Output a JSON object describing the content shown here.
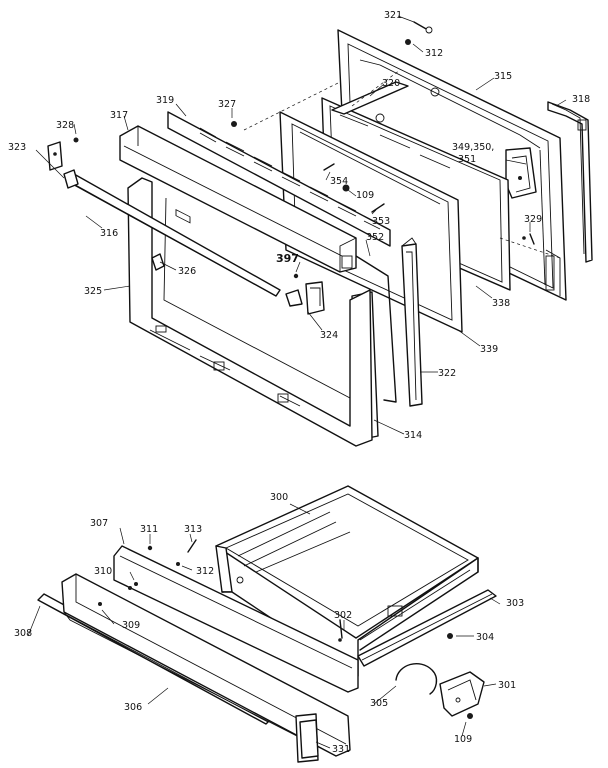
{
  "callouts": {
    "c321": "321",
    "c312a": "312",
    "c315": "315",
    "c320": "320",
    "c318": "318",
    "c327": "327",
    "c319": "319",
    "c317": "317",
    "c328": "328",
    "c323": "323",
    "c349": "349,350,",
    "c351": "351",
    "c354": "354",
    "c109a": "109",
    "c353": "353",
    "c329": "329",
    "c316": "316",
    "c326": "326",
    "c397": "397",
    "c352": "352",
    "c325": "325",
    "c324": "324",
    "c338": "338",
    "c339": "339",
    "c322": "322",
    "c314": "314",
    "c300": "300",
    "c307": "307",
    "c311": "311",
    "c313": "313",
    "c310": "310",
    "c312b": "312",
    "c309": "309",
    "c308": "308",
    "c302": "302",
    "c303": "303",
    "c304": "304",
    "c306": "306",
    "c305": "305",
    "c301": "301",
    "c109b": "109",
    "c331": "331"
  }
}
